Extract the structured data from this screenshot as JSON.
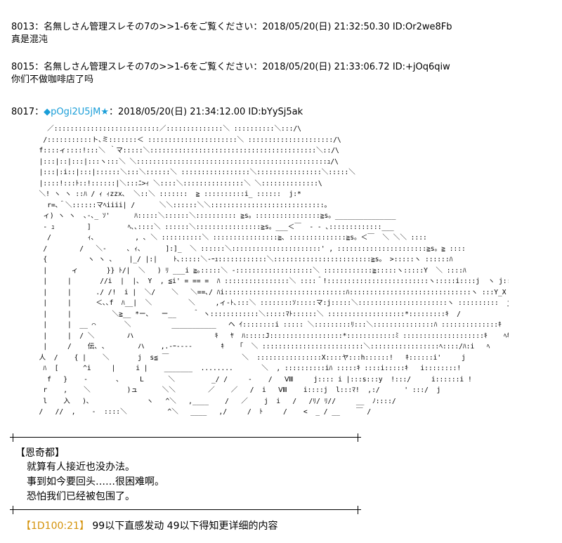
{
  "posts": [
    {
      "number": "8013",
      "separator": "：",
      "name": "名無しさん管理スレその7の>>1-6をご覧ください",
      "date": "：2018/05/20(日) 21:32:50.30",
      "id": "ID:Or2we8Fb",
      "body": "真是混沌"
    },
    {
      "number": "8015",
      "separator": "：",
      "name": "名無しさん管理スレその7の>>1-6をご覧ください",
      "date": "：2018/05/20(日) 21:33:06.72",
      "id": "ID:+jOq6qiw",
      "body": "你们不做咖啡店了吗"
    },
    {
      "number": "8017",
      "separator": "：",
      "name": "◆pOgi2U5jM",
      "star": "★",
      "date": "：2018/05/20(日) 21:34:12.00",
      "id": "ID:bYySj5ak"
    }
  ],
  "ascii_art": "    ／::::::::::::::::::::::::::／::::::::::::::＼ ::::::::::＼:::/\\\n   /:::::::::::ト､ミ:::::::＜ ::::::::::::::::::::::＼ :::::::::::::::::::::/\\\n  f::::ィ::::!:::＼ ｀マ:::::＼:::::::::::::::::::::::::::::::::::::::::＼::/\\\n  |:::|::|:::|:::ヽ:::＼ ＼:::::::::::::::::::::::::::::::::::::::::::::::ｭ/\\\n  |:::|:i::|:::|::::::＼:::＼::::::＼ :::::::::::::::::＼::::::::::::::::＼:::::＼\n  |::::!:::ﾄ::!::::::|＼:::ﾆ>ｨ ＼::::＼:::::::::::::::＼ ＼::::::::::::::\\\n  ＼! ヽ ヽ ::ﾊ / ｨ ｨzzx､  ＼::＼ :::::::  ≧ ::::::::::i_ ::::::  j:*\n    r=､＾＼::::::マﾍiiii| /      ＼＼::::::＼＼::::::::::::::::::::::::::::。\n   ィ) ヽ ヽ  ､-､_ ｿ'      ﾊ:::::＼::::::＼:::::::::: ≧s。::::::::::::::::≧s。_______________\n   - ｭ        ]         ﾍ､､::::＼ ::::::＼::::::::::::::::≧s。___＜￣  - - ､:::::::::::::___\n    /         ｨ､          , ､ ＼ ::::::::::＼ ::::::::::::::::≧､ ::::::::::::::≧s。＜￣  ＼ ＼＼ ::::\n   /        /   ＼-     ､ ｨ､      ]:]_  ＼ ::::::＼::::::::::::::::::::::' , ::::::::::::::::::::::≧s。≧ ::::\n   {          ヽ ヽ ､    |_/ |:|    ﾄ､:::::＼-ｰｭ::::::::::::＼::::::::::::::::::::::::≧s。 >:::::ヽ ::::::ﾊ\n   |      ィ       }} ﾄ/|  ＼   ) ﾘ ___i ≧｡:::::＼ -:::::::::::::::::::＼ ::::::::::::≧:::::ヽ:::::Y  ＼ ::::ﾊ\n   |     |       //i  |  |､  Y  , ≦i' = == =  ﾊ ::::::::::::::::＼ ::::＾!:::::::::::::::::::::::::ヽ:::::i::::j  ヽ j::l\n   |     |      ./ /!  i |  ＼/    ＼   ＼==､/ ﾊi::::::::::::::::::::::::::::::ﾊ::::::::::::::::::::::::::::::ヽ :::Y_X   ]  l\n   |     |      ＜､､f  ﾊ__|  ＼         ＼     ,ィ-ﾄ､:::＼ ::::::::ｿ:::::マ:j:::::＼::::::::::::::::::::::ヽ ::::::::::  j  j\n   |     |          ＼≧__ *ー､   ー__    ＾ ヽ::::::::::::＼:::::ﾏﾄ::::::＼ :::::::::::::::::::*:::::::::ｷ  /\n   |     |  __ ⌒       ＼          ___________   ヘ ｲ::::::::i ::::: ＼:::::::::ﾘ:::＼:::::::::::::::ﾊ ::::::::::::::ｷ\n   |     |  / ＼        ハ                    ｷ   ﾔ  ﾊ:::::J::::::::::::::::::*::::::::::::ﾐ ::::::::::::::::::::ｷ    ﾍｷ\n   |     /    伝､ ､        ハ    ,.-ｰ----       ｷ   「  ＼ :::::::::::::::::::::::::＼:::::::::::::::::ﾍ::::/ﾊ:i   ﾍ\n  人  /    { |    ＼       j  s≦ ￣                  ＼  ::::::::::::::::X::::ヤ:::h::::::!   ｷ::::::i'     j\n   ﾊ  [      ^i     |     i |    _______  ........       ＼  , ::::::::::iﾊ :::::ｷ ::::i:::::ｷ   i::::::::!\n    f   }    -       ､     L      ＼         _/ /     ‐    /   Ⅷ     j:::: i |:::s:::y  !:::/     i::::::i !\n   r    ,    ＼         )ュ      ＼＼        ／    ／   /  i   Ⅷ    i::::j  l:::ﾏ!  ,:/      ' :::/  j\n   l    入   )､              ヽ   ^＼   ,____    /   ／    j  i   /   /ﾘ/ ﾘ//     __  ﾉ::::/\n  /   //  ,    -  ::::＼          ^＼   ____   ,/     /  ﾄ     /    <  _ / __    ￣ /",
  "speaker": "【恩奇都】",
  "dialogue": [
    "就算有人接近也没办法。",
    "事到如今要回头……很困难啊。",
    "恐怕我们已经被包围了。"
  ],
  "dice_tag": "【1D100:21】",
  "dice_text": " 99以下直感发动  49以下得知更详细的内容",
  "colors": {
    "name_link": "#1a9ed8",
    "dice_tag": "#d4920a"
  }
}
